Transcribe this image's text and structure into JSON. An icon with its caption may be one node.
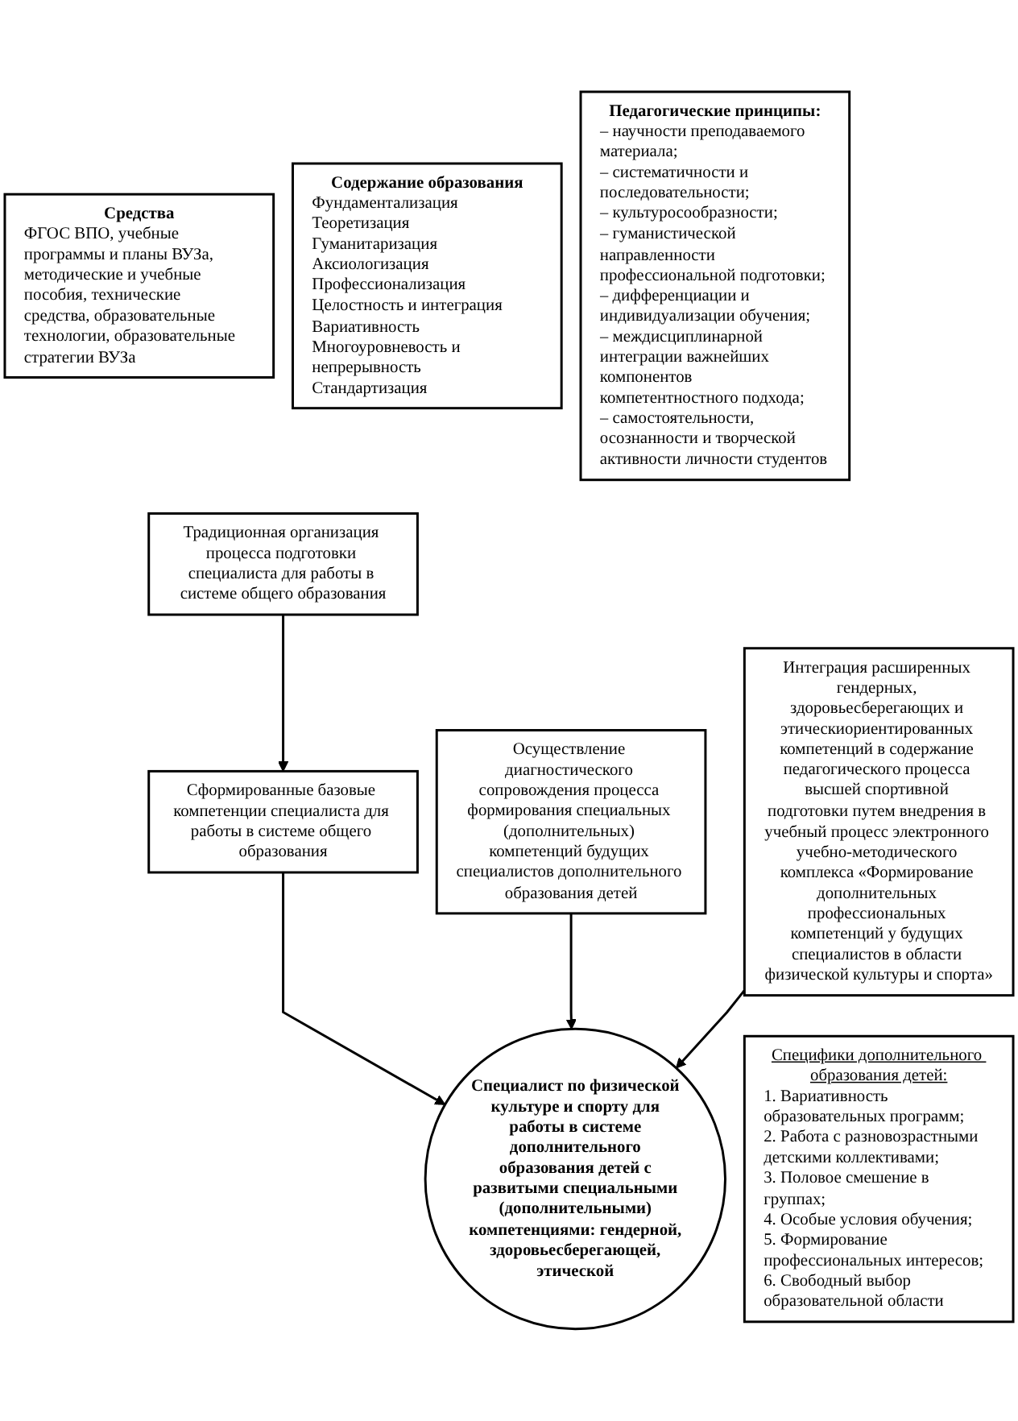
{
  "diagram": {
    "nodes": [
      {
        "text": [
          "Средства",
          "ФГОС ВПО, учебные программы и планы ВУЗа, методические и учебные пособия, технические средства, образовательные технологии, образовательные стратегии ВУЗа"
        ]
      },
      {
        "text": [
          "Содержание образования",
          "Фундаментализация",
          "Теоретизация",
          "Гуманитаризация",
          "Аксиологизация",
          "Профессионализация",
          "Целостность и интеграция",
          "Вариативность",
          "Многоуровневость и непрерывность",
          "Стандартизация"
        ]
      },
      {
        "text": [
          "Педагогические принципы:",
          "– научности преподаваемого материала;",
          "– систематичности и последовательности;",
          "– культуросообразности;",
          "– гуманистической направленности профессиональной подготовки;",
          "– дифференциации и индивидуализации обучения;",
          "– междисциплинарной интеграции важнейших компонентов компетентностного подхода;",
          "– самостоятельности, осознанности и творческой активности личности студентов"
        ]
      },
      {
        "text": [
          "Традиционная организация процесса подготовки специалиста для работы в системе общего образования"
        ]
      },
      {
        "text": [
          "Сформированные базовые компетенции специалиста для работы в системе общего образования"
        ]
      },
      {
        "text": [
          "Осуществление диагностического сопровождения процесса формирования специальных (дополнительных) компетенций будущих специалистов дополнительного образования детей"
        ]
      },
      {
        "text": [
          "Специалист по физической культуре и спорту для работы в системе дополнительного образования детей с развитыми специальными (дополнительными) компетенциями: гендерной, здоровьесберегающей, этической"
        ]
      },
      {
        "text": [
          "Интеграция расширенных гендерных, здоровьесберегающих и этическиориентированных компетенций в содержание педагогического процесса высшей спортивной подготовки путем внедрения в учебный процесс электронного учебно-методического комплекса «Формирование дополнительных профессиональных компетенций у будущих специалистов в области физической культуры и спорта»"
        ]
      },
      {
        "text": [
          "Специфики дополнительного образования детей:",
          "1. Вариативность образовательных программ;",
          "2. Работа с разновозрастными детскими коллективами;",
          "3. Половое смешение в группах;",
          "4. Особые условия обучения;",
          "5. Формирование профессиональных интересов;",
          "6. Свободный выбор образовательной области"
        ]
      }
    ],
    "edges": [
      {
        "from": 3,
        "to": 4,
        "arrow": "to"
      },
      {
        "from": 4,
        "to": 6,
        "arrow": "to"
      },
      {
        "from": 5,
        "to": 6,
        "arrow": "to"
      },
      {
        "from": 7,
        "to": 6,
        "arrow": "to"
      }
    ]
  }
}
